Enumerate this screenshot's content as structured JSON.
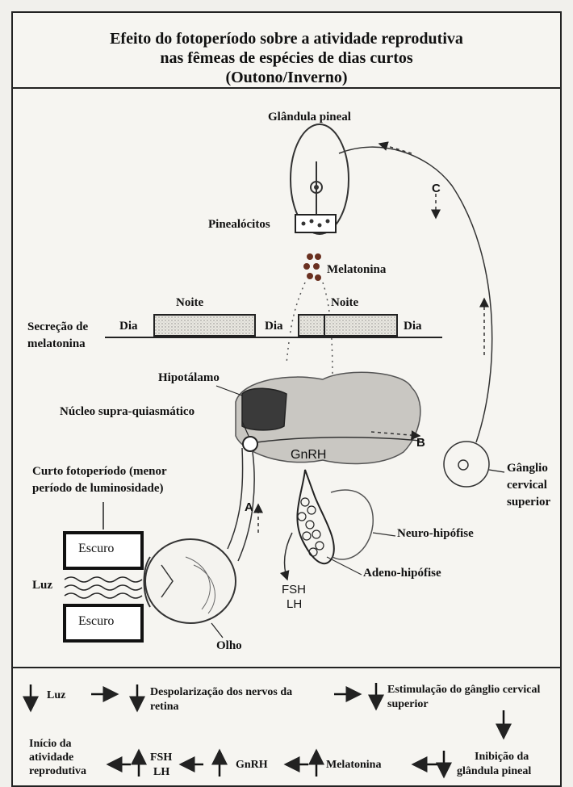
{
  "title": {
    "line1": "Efeito do fotoperíodo sobre a atividade reprodutiva",
    "line2": "nas fêmeas de espécies de dias curtos",
    "line3": "(Outono/Inverno)"
  },
  "labels": {
    "pineal_gland": "Glândula pineal",
    "pinealocytes": "Pinealócitos",
    "melatonin": "Melatonina",
    "night_left": "Noite",
    "night_right": "Noite",
    "day1": "Dia",
    "day2": "Dia",
    "day3": "Dia",
    "secretion_line1": "Secreção de",
    "secretion_line2": "melatonina",
    "hypothalamus": "Hipotálamo",
    "scn": "Núcleo supra-quiasmático",
    "short_photo_line1": "Curto fotoperíodo (menor",
    "short_photo_line2": "período de luminosidade)",
    "dark_top": "Escuro",
    "dark_bottom": "Escuro",
    "light": "Luz",
    "eye": "Olho",
    "gnrh": "GnRH",
    "fsh": "FSH",
    "lh": "LH",
    "neurohypophysis": "Neuro-hipófise",
    "adenohypophysis": "Adeno-hipófise",
    "ganglion_line1": "Gânglio",
    "ganglion_line2": "cervical",
    "ganglion_line3": "superior",
    "path_a": "A",
    "path_b": "B",
    "path_c": "C"
  },
  "flow": {
    "luz": "Luz",
    "depol_line1": "Despolarização dos nervos da",
    "depol_line2": "retina",
    "stim_line1": "Estimulação do gânglio cervical",
    "stim_line2": "superior",
    "inhib_line1": "Inibição da",
    "inhib_line2": "glândula pineal",
    "melatonin": "Melatonina",
    "gnrh": "GnRH",
    "fsh": "FSH",
    "lh": "LH",
    "start_line1": "Início da",
    "start_line2": "atividade",
    "start_line3": "reprodutiva"
  }
}
